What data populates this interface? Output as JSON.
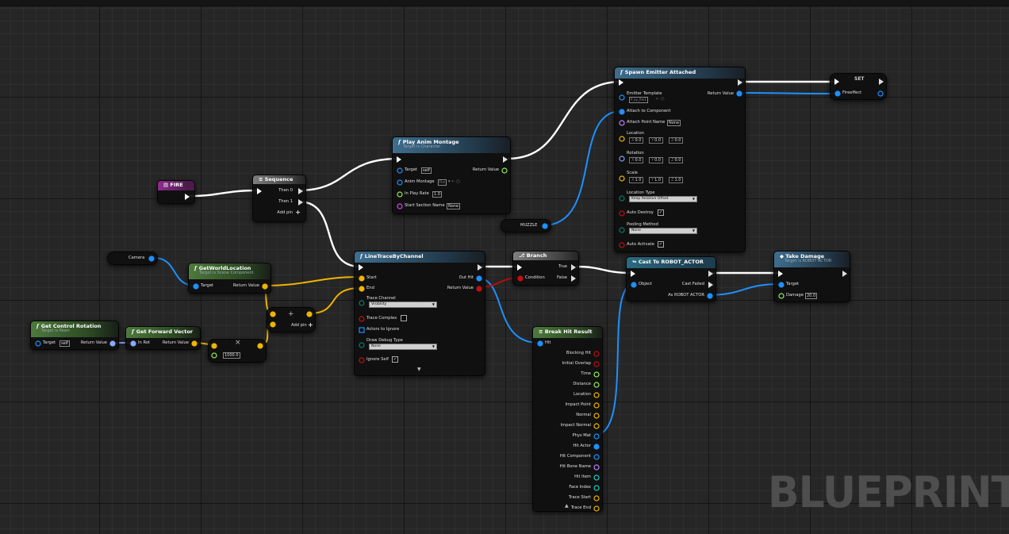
{
  "watermark": "BLUEPRINT",
  "colors": {
    "exec": "#ffffff",
    "object": "#1e90ff",
    "vector": "#f0b400",
    "float": "#8ef05a",
    "string": "#e040fb",
    "hit": "#1e90ff",
    "bool": "#c01010",
    "rotator": "#7b9dff"
  },
  "nodes": {
    "fire": {
      "title": "FIRE"
    },
    "sequence": {
      "title": "Sequence",
      "then0": "Then 0",
      "then1": "Then 1",
      "addpin": "Add pin"
    },
    "play_anim": {
      "title": "Play Anim Montage",
      "subtitle": "Target is Character",
      "target": "Target",
      "target_val": "self",
      "anim_montage": "Anim Montage",
      "anim_val": "Fire",
      "rate": "In Play Rate",
      "rate_val": "1.0",
      "section": "Start Section Name",
      "section_val": "None",
      "return": "Return Value"
    },
    "spawn": {
      "title": "Spawn Emitter Attached",
      "emitter": "Emitter Template",
      "emitter_val": "P_ky_fire1",
      "return": "Return Value",
      "attach": "Attach to Component",
      "attach_point": "Attach Point Name",
      "attach_point_val": "None",
      "location": "Location",
      "rotation": "Rotation",
      "scale": "Scale",
      "loc_x": "0.0",
      "loc_y": "0.0",
      "loc_z": "0.0",
      "rot_x": "0.0",
      "rot_y": "0.0",
      "rot_z": "0.0",
      "sc_x": "1.0",
      "sc_y": "1.0",
      "sc_z": "1.0",
      "location_type": "Location Type",
      "location_type_val": "Keep Relative Offset",
      "auto_destroy": "Auto Destroy",
      "pooling": "Pooling Method",
      "pooling_val": "None",
      "auto_activate": "Auto Activate"
    },
    "set": {
      "title": "SET",
      "fireeffect": "Fireeffect"
    },
    "muzzle": {
      "title": "MUZZLE"
    },
    "camera": {
      "title": "Camera"
    },
    "get_world_loc": {
      "title": "GetWorldLocation",
      "subtitle": "Target is Scene Component",
      "target": "Target",
      "return": "Return Value"
    },
    "get_control_rot": {
      "title": "Get Control Rotation",
      "subtitle": "Target is Pawn",
      "target": "Target",
      "target_val": "self",
      "return": "Return Value"
    },
    "get_forward": {
      "title": "Get Forward Vector",
      "in_rot": "In Rot",
      "return": "Return Value"
    },
    "multiply": {
      "value": "1000.0",
      "symbol": "×"
    },
    "add": {
      "symbol": "+",
      "addpin": "Add pin"
    },
    "line_trace": {
      "title": "LineTraceByChannel",
      "start": "Start",
      "end": "End",
      "trace_channel": "Trace Channel",
      "trace_channel_val": "Visibility",
      "trace_complex": "Trace Complex",
      "actors_ignore": "Actors to Ignore",
      "draw_debug": "Draw Debug Type",
      "draw_debug_val": "None",
      "ignore_self": "Ignore Self",
      "out_hit": "Out Hit",
      "return": "Return Value"
    },
    "branch": {
      "title": "Branch",
      "condition": "Condition",
      "true": "True",
      "false": "False"
    },
    "cast": {
      "title": "Cast To ROBOT_ACTOR",
      "object": "Object",
      "cast_failed": "Cast Failed",
      "as_robot": "As ROBOT ACTOR"
    },
    "take_damage": {
      "title": "Take Damage",
      "subtitle": "Target is ROBOT ACTOR",
      "target": "Target",
      "damage": "Damage",
      "damage_val": "20.0"
    },
    "break_hit": {
      "title": "Break Hit Result",
      "hit": "Hit",
      "outputs": [
        "Blocking Hit",
        "Initial Overlap",
        "Time",
        "Distance",
        "Location",
        "Impact Point",
        "Normal",
        "Impact Normal",
        "Phys Mat",
        "Hit Actor",
        "Hit Component",
        "Hit Bone Name",
        "Hit Item",
        "Face Index",
        "Trace Start",
        "Trace End"
      ]
    }
  }
}
